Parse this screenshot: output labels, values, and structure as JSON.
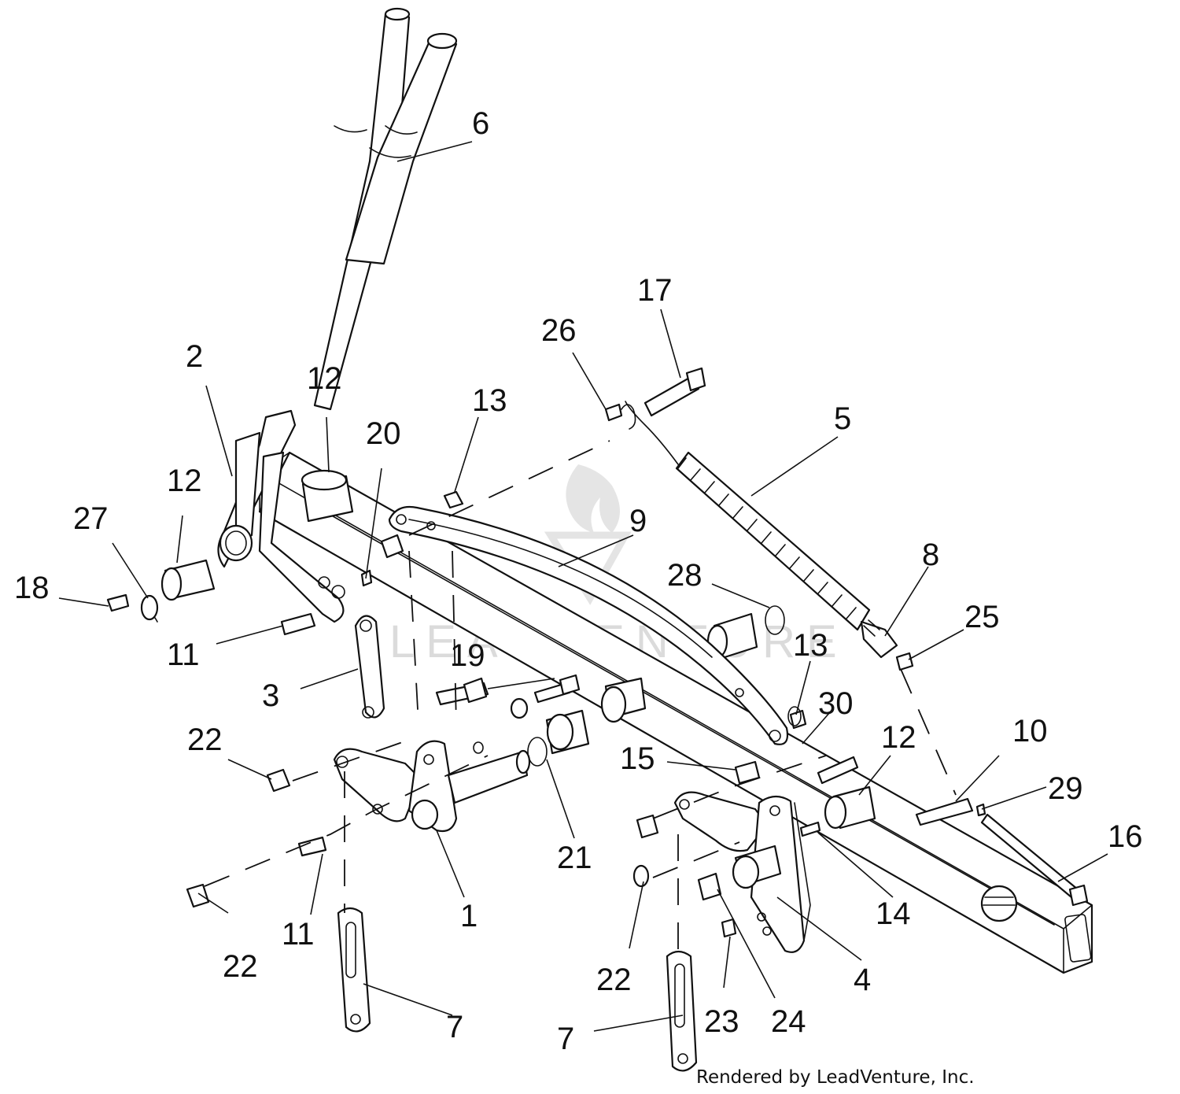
{
  "watermark": {
    "text": "LEADVENTURE",
    "color": "#d8d8d8"
  },
  "footer": {
    "credit": "Rendered by LeadVenture, Inc."
  },
  "callouts": [
    {
      "id": "c-6",
      "label": "6"
    },
    {
      "id": "c-2",
      "label": "2"
    },
    {
      "id": "c-12-a",
      "label": "12"
    },
    {
      "id": "c-20",
      "label": "20"
    },
    {
      "id": "c-12-b",
      "label": "12"
    },
    {
      "id": "c-27",
      "label": "27"
    },
    {
      "id": "c-18",
      "label": "18"
    },
    {
      "id": "c-11-a",
      "label": "11"
    },
    {
      "id": "c-3",
      "label": "3"
    },
    {
      "id": "c-22-a",
      "label": "22"
    },
    {
      "id": "c-22-b",
      "label": "22"
    },
    {
      "id": "c-11-b",
      "label": "11"
    },
    {
      "id": "c-1",
      "label": "1"
    },
    {
      "id": "c-7-a",
      "label": "7"
    },
    {
      "id": "c-21",
      "label": "21"
    },
    {
      "id": "c-19",
      "label": "19"
    },
    {
      "id": "c-13-a",
      "label": "13"
    },
    {
      "id": "c-9",
      "label": "9"
    },
    {
      "id": "c-26",
      "label": "26"
    },
    {
      "id": "c-17",
      "label": "17"
    },
    {
      "id": "c-5",
      "label": "5"
    },
    {
      "id": "c-28",
      "label": "28"
    },
    {
      "id": "c-8",
      "label": "8"
    },
    {
      "id": "c-25",
      "label": "25"
    },
    {
      "id": "c-13-b",
      "label": "13"
    },
    {
      "id": "c-30",
      "label": "30"
    },
    {
      "id": "c-15",
      "label": "15"
    },
    {
      "id": "c-12-c",
      "label": "12"
    },
    {
      "id": "c-10",
      "label": "10"
    },
    {
      "id": "c-29",
      "label": "29"
    },
    {
      "id": "c-16",
      "label": "16"
    },
    {
      "id": "c-14",
      "label": "14"
    },
    {
      "id": "c-4",
      "label": "4"
    },
    {
      "id": "c-22-c",
      "label": "22"
    },
    {
      "id": "c-23",
      "label": "23"
    },
    {
      "id": "c-24",
      "label": "24"
    },
    {
      "id": "c-7-b",
      "label": "7"
    }
  ]
}
